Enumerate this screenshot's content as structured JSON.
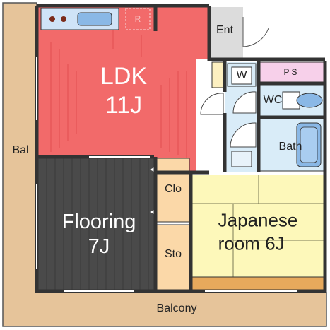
{
  "colors": {
    "ldk": "#f26a6a",
    "flooring": "#4a4a4a",
    "japanese_room": "#fdf8ba",
    "tatami_edge": "#e7a95c",
    "closet": "#fbd8a8",
    "balcony": "#e6c49a",
    "wet_area": "#d9ecf8",
    "ps": "#f7d0ea",
    "entrance": "#dcdcdc",
    "walls": "#333333",
    "kitchen_counter": "#8ab8e6"
  },
  "rooms": {
    "ldk_name": "LDK",
    "ldk_size": "11J",
    "flooring_name": "Flooring",
    "flooring_size": "7J",
    "japanese_line1": "Japanese",
    "japanese_line2": "room 6J",
    "entrance": "Ent",
    "washer": "W",
    "pipe_space": "P S",
    "toilet": "WC",
    "bath": "Bath",
    "closet": "Clo",
    "storage": "Sto",
    "refrigerator": "R",
    "balcony_side": "Bal",
    "balcony_bottom": "Balcony"
  },
  "icons": {
    "stove": "stove-burners-icon",
    "sink": "kitchen-sink-icon",
    "toilet": "toilet-icon",
    "bathtub": "bathtub-icon",
    "washbasin": "washbasin-icon",
    "door": "door-swing-icon"
  }
}
